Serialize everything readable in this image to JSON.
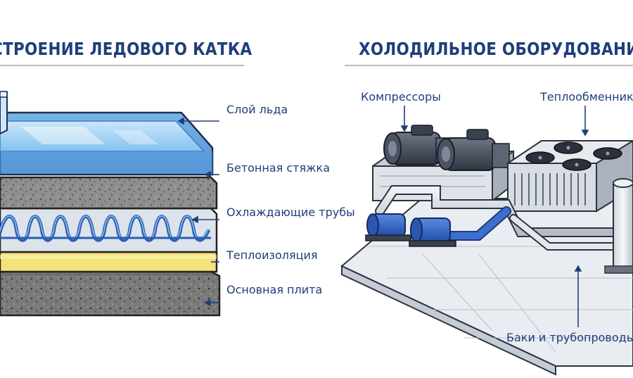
{
  "left_panel": {
    "title": "СТРОЕНИЕ ЛЕДОВОГО КАТКА",
    "layers": [
      {
        "label": "Слой льда"
      },
      {
        "label": "Бетонная стяжка"
      },
      {
        "label": "Охлаждающие трубы"
      },
      {
        "label": "Теплоизоляция"
      },
      {
        "label": "Основная плита"
      }
    ]
  },
  "right_panel": {
    "title": "ХОЛОДИЛЬНОЕ ОБОРУДОВАНИЕ",
    "components": [
      {
        "label": "Компрессоры"
      },
      {
        "label": "Теплообменники"
      },
      {
        "label": "Баки и трубопроводы"
      }
    ]
  },
  "colors": {
    "title_text": "#1f3e7a",
    "ice": "#9fd0f5",
    "pipes": "#2f63b8",
    "insulation": "#f2e06b",
    "concrete": "#9a9a9a"
  }
}
